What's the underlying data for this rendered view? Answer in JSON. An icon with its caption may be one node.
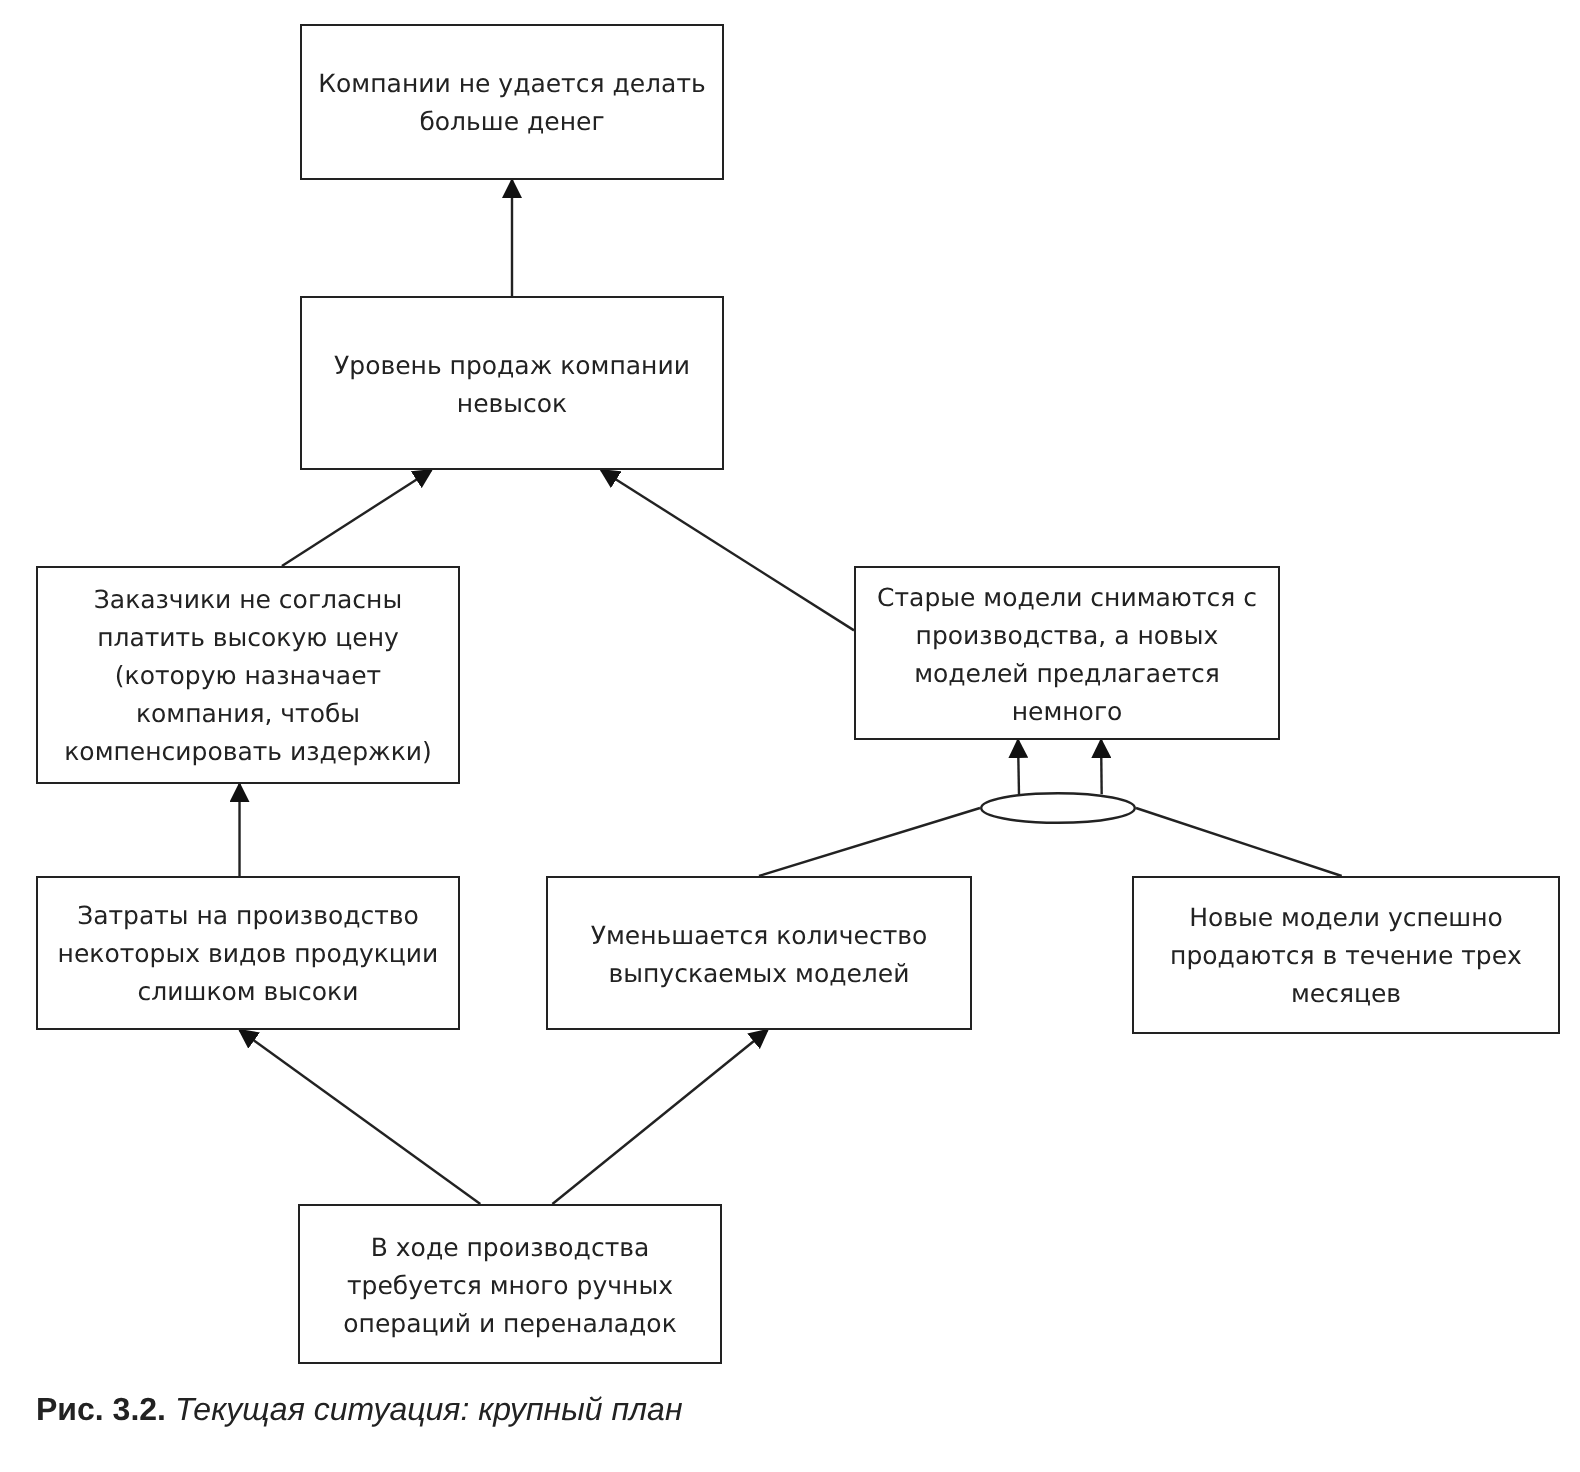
{
  "diagram": {
    "caption": "**Рис. 3.2.** *Текущая ситуация: крупный план*",
    "nodes": [
      {
        "text": [
          "Компании не удается делать больше денег"
        ]
      },
      {
        "text": [
          "Уровень продаж компании невысок"
        ]
      },
      {
        "text": [
          "Заказчики не согласны платить высокую цену (которую назначает компания, чтобы компенсировать издержки)"
        ]
      },
      {
        "text": [
          "Старые модели снимаются с производства, а новых моделей предлагается немного"
        ]
      },
      {
        "text": [
          "Затраты на производство некоторых видов продукции слишком высоки"
        ]
      },
      {
        "text": [
          "Уменьшается количество выпускаемых моделей"
        ]
      },
      {
        "text": [],
        "shape": "ellipse"
      },
      {
        "text": [
          "Новые модели успешно продаются в течение трех месяцев"
        ]
      },
      {
        "text": [
          "В ходе производства требуется много ручных операций и переналадок"
        ]
      }
    ],
    "edges": [
      {
        "from": 1,
        "to": 0,
        "arrow": "to"
      },
      {
        "from": 2,
        "to": 1,
        "arrow": "to"
      },
      {
        "from": 3,
        "to": 1,
        "arrow": "to"
      },
      {
        "from": 4,
        "to": 2,
        "arrow": "to"
      },
      {
        "from": 8,
        "to": 4,
        "arrow": "to"
      },
      {
        "from": 8,
        "to": 5,
        "arrow": "to"
      },
      {
        "from": 5,
        "to": 6,
        "arrow": "none"
      },
      {
        "from": 7,
        "to": 6,
        "arrow": "none"
      },
      {
        "from": 6,
        "to": 3,
        "arrow": "to"
      },
      {
        "from": 6,
        "to": 3,
        "arrow": "to"
      }
    ]
  }
}
